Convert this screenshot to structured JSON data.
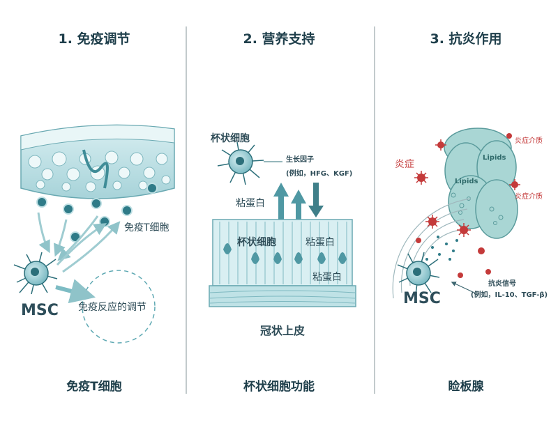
{
  "panels": [
    {
      "title": "1. 免疫调节",
      "caption": "免疫T细胞"
    },
    {
      "title": "2. 营养支持",
      "caption": "杯状细胞功能"
    },
    {
      "title": "3. 抗炎作用",
      "caption": "睑板腺"
    }
  ],
  "panel1": {
    "tcell_label": "免疫T细胞",
    "msc_label": "MSC",
    "regulation_label": "免疫反应的调节"
  },
  "panel2": {
    "goblet_label_top": "杯状细胞",
    "growth_factor_line1": "生长因子",
    "growth_factor_line2": "(例如，HFG、KGF)",
    "mucin_left": "粘蛋白",
    "goblet_label_mid": "杯状细胞",
    "mucin_right1": "粘蛋白",
    "mucin_right2": "粘蛋白",
    "epithelium_label": "冠状上皮"
  },
  "panel3": {
    "inflammation_label": "炎症",
    "mediator_top": "炎症介质",
    "mediator_mid": "炎症介质",
    "lipids_1": "Lipids",
    "lipids_2": "Lipids",
    "msc_label": "MSC",
    "signal_line1": "抗炎信号",
    "signal_line2": "(例如，IL-10、TGF-β)"
  },
  "colors": {
    "teal": "#5fa9b3",
    "teal_light": "#cfe9ec",
    "teal_dark": "#2c6f7a",
    "red": "#c43a3a",
    "text": "#1f3f4b"
  },
  "icons": [
    "msc-cell-icon",
    "t-cell-icon",
    "goblet-cell-icon",
    "inflammation-mediator-icon",
    "up-arrow-icon",
    "down-arrow-icon"
  ]
}
